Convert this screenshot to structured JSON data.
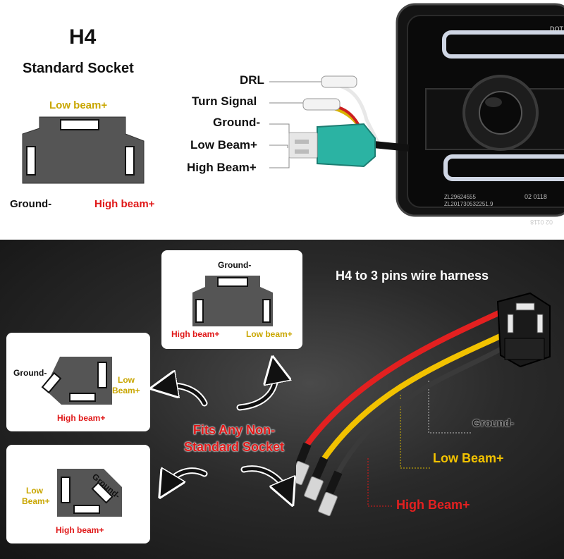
{
  "top": {
    "title": "H4",
    "subtitle": "Standard Socket",
    "socket_labels": {
      "top": "Low beam+",
      "left": "Ground-",
      "right": "High beam+"
    },
    "wire_labels": [
      "DRL",
      "Turn Signal",
      "Ground-",
      "Low Beam+",
      "High Beam+"
    ],
    "lamp_texts": {
      "dot": "DOT",
      "code1": "ZL29624555",
      "code2": "ZL201730532251.9",
      "date": "02 0118",
      "mirror": "02 0118"
    }
  },
  "bottom": {
    "cards": [
      {
        "top": "Ground-",
        "left": "High beam+",
        "right": "Low beam+"
      },
      {
        "left": "Ground-",
        "right_line1": "Low",
        "right_line2": "Beam+",
        "bottom": "High beam+"
      },
      {
        "left_line1": "Low",
        "left_line2": "Beam+",
        "right": "Ground-",
        "bottom": "High beam+"
      }
    ],
    "fits_line1": "Fits Any Non-",
    "fits_line2": "Standard Socket",
    "harness_title": "H4 to 3 pins wire harness",
    "harness_labels": {
      "ground": "Ground-",
      "low": "Low Beam+",
      "high": "High Beam+"
    }
  },
  "colors": {
    "low_beam": "#c9a600",
    "high_beam": "#e01818",
    "connector": "#2bb3a3",
    "harness_yellow": "#f2c200",
    "harness_red": "#e32020"
  }
}
